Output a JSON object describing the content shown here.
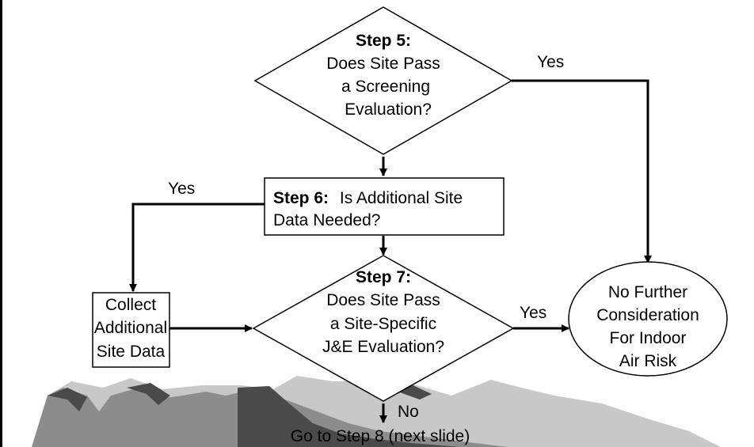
{
  "step5": {
    "title": "Step 5:",
    "lines": [
      "Does Site Pass",
      "a Screening",
      "Evaluation?"
    ]
  },
  "step6": {
    "title": "Step 6:",
    "line1_rest": "Is Additional Site",
    "line2": "Data Needed?"
  },
  "step7": {
    "title": "Step 7:",
    "lines": [
      "Does Site Pass",
      "a Site-Specific",
      "J&E Evaluation?"
    ]
  },
  "collect": {
    "lines": [
      "Collect",
      "Additional",
      "Site Data"
    ]
  },
  "terminal": {
    "lines": [
      "No Further",
      "Consideration",
      "For Indoor",
      "Air Risk"
    ]
  },
  "edges": {
    "step5_yes": "Yes",
    "step6_yes": "Yes",
    "step7_yes": "Yes",
    "step7_no": "No"
  },
  "footer": {
    "next": "Go to Step 8 (next slide)"
  },
  "colors": {
    "line": "#000000",
    "background": "#ffffff",
    "mountain_dark": "#4a4a4a",
    "mountain_mid": "#8c8c8c",
    "mountain_light": "#c8c8c8"
  }
}
